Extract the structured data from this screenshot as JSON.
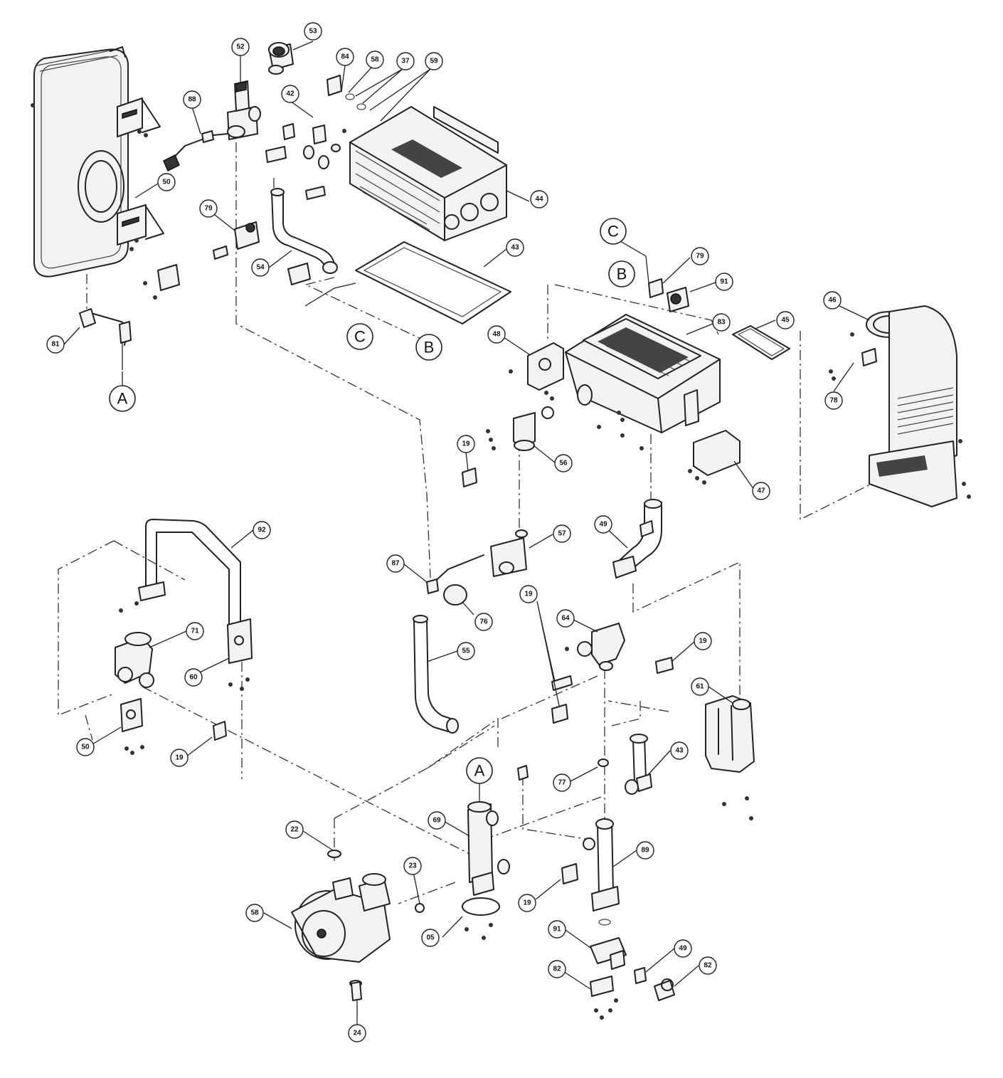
{
  "part_labels": {
    "p53": "53",
    "p52": "52",
    "p84": "84",
    "p58": "58",
    "p37": "37",
    "p59": "59",
    "p88": "88",
    "p42": "42",
    "p50_top": "50",
    "p44": "44",
    "p79": "79",
    "p54": "54",
    "p43_top": "43",
    "p81": "81",
    "p79b": "79",
    "p91_top": "91",
    "p46": "46",
    "p83": "83",
    "p45": "45",
    "p48": "48",
    "p78": "78",
    "p56": "56",
    "p47": "47",
    "p19_a": "19",
    "p49": "49",
    "p92": "92",
    "p87": "87",
    "p57": "57",
    "p76": "76",
    "p19_b": "19",
    "p64": "64",
    "p71": "71",
    "p55": "55",
    "p19_c": "19",
    "p60": "60",
    "p61": "61",
    "p50_left": "50",
    "p19_d": "19",
    "p77": "77",
    "p43_bot": "43",
    "p22": "22",
    "p69": "69",
    "p23": "23",
    "p89": "89",
    "p58_pump": "58",
    "p19_e": "19",
    "p05": "05",
    "p91_bot": "91",
    "p49_bot": "49",
    "p82_left": "82",
    "p82_right": "82",
    "p24": "24"
  },
  "reference_markers": {
    "A_top": "A",
    "A_bottom": "A",
    "B_top": "B",
    "B_bottom": "B",
    "C_top": "C",
    "C_bottom": "C"
  }
}
